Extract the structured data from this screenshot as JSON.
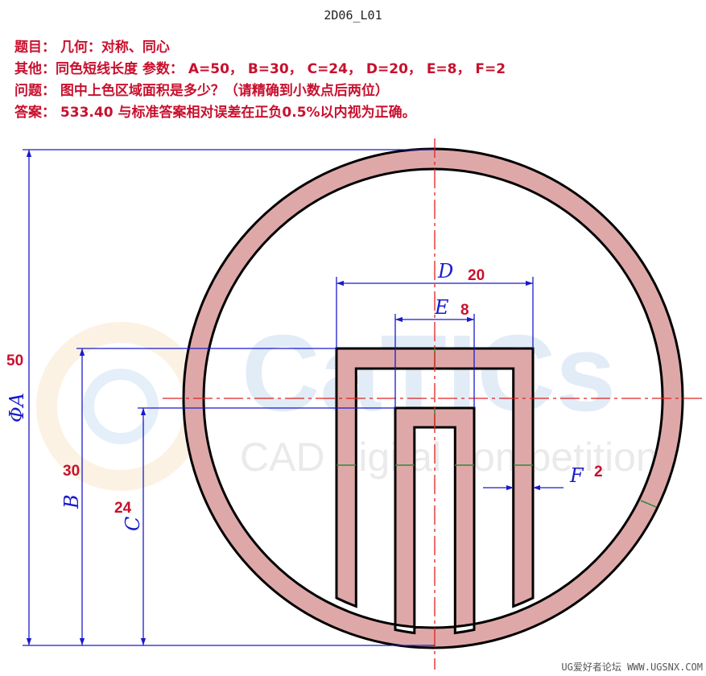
{
  "header": {
    "title": "2D06_L01"
  },
  "info": {
    "topic": "题目： 几何：对称、同心",
    "other": "其他：同色短线长度  参数： A=50， B=30， C=24， D=20， E=8， F=2",
    "question": "问题： 图中上色区域面积是多少？（请精确到小数点后两位）",
    "answer": "答案： 533.40 与标准答案相对误差在正负0.5%以内视为正确。"
  },
  "drawing": {
    "dim_letters": {
      "A": "ΦA",
      "B": "B",
      "C": "C",
      "D": "D",
      "E": "E",
      "F": "F"
    },
    "dim_values": {
      "A": "50",
      "B": "30",
      "C": "24",
      "D": "20",
      "E": "8",
      "F": "2"
    },
    "watermark": {
      "logo": "CaTICs",
      "subtitle": "CAD digital competition"
    },
    "colors": {
      "fill": "#dfa8a8",
      "outline": "#000000",
      "dimension": "#1a1acc",
      "center_line": "#e02020",
      "value_text": "#c8102e",
      "tick": "#2e8b3a"
    }
  },
  "footer": {
    "credit": "UG爱好者论坛 WWW.UGSNX.COM"
  }
}
